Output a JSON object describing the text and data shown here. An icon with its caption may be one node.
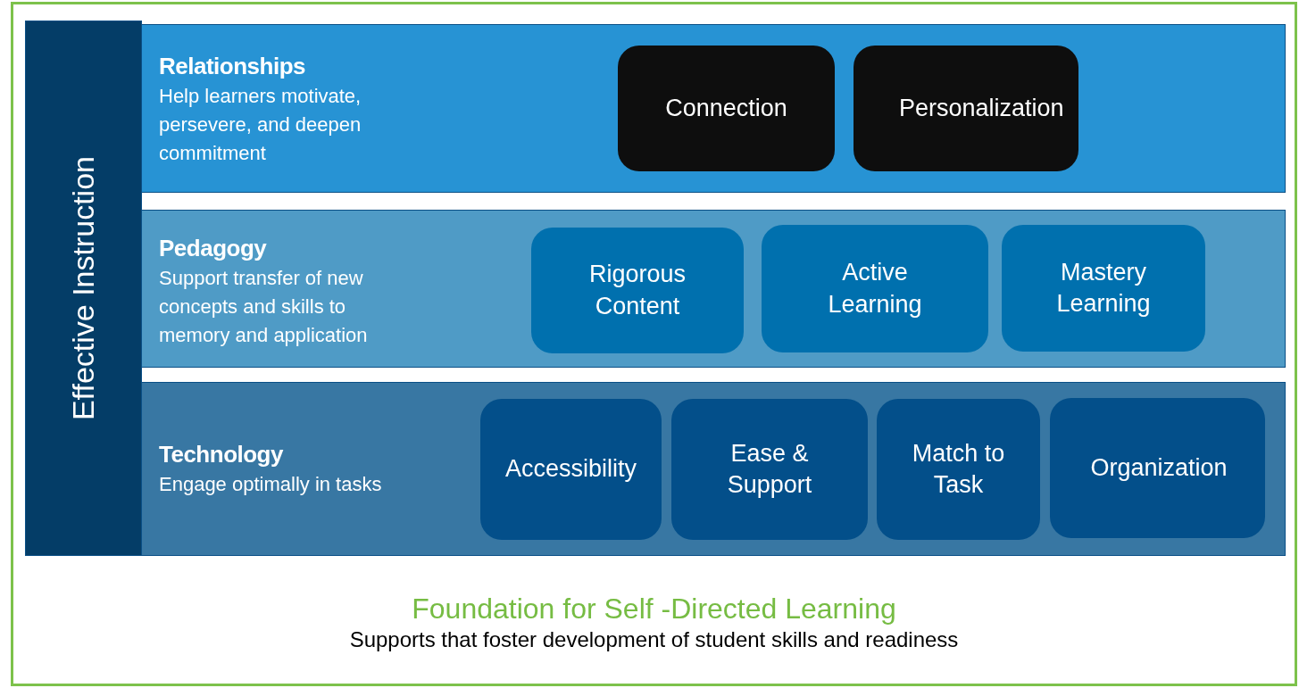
{
  "diagram": {
    "nodes": [
      {
        "text": [
          "Foundation for Self -Directed Learning",
          "Supports that foster development of student skills and readiness"
        ]
      },
      {
        "text": [
          "Effective Instruction"
        ],
        "in": 0
      },
      {
        "text": [
          "Relationships",
          "Help learners motivate, persevere, and deepen commitment"
        ],
        "in": 0
      },
      {
        "text": [
          "Connection"
        ],
        "in": 2
      },
      {
        "text": [
          "Personalization"
        ],
        "in": 2
      },
      {
        "text": [
          "Pedagogy",
          "Support transfer of new concepts and skills to memory and application"
        ],
        "in": 0
      },
      {
        "text": [
          "Rigorous Content"
        ],
        "in": 5
      },
      {
        "text": [
          "Active Learning"
        ],
        "in": 5
      },
      {
        "text": [
          "Mastery Learning"
        ],
        "in": 5
      },
      {
        "text": [
          "Technology",
          "Engage optimally in tasks"
        ],
        "in": 0
      },
      {
        "text": [
          "Accessibility"
        ],
        "in": 9
      },
      {
        "text": [
          "Ease & Support"
        ],
        "in": 9
      },
      {
        "text": [
          "Match to Task"
        ],
        "in": 9
      },
      {
        "text": [
          "Organization"
        ],
        "in": 9
      }
    ]
  }
}
